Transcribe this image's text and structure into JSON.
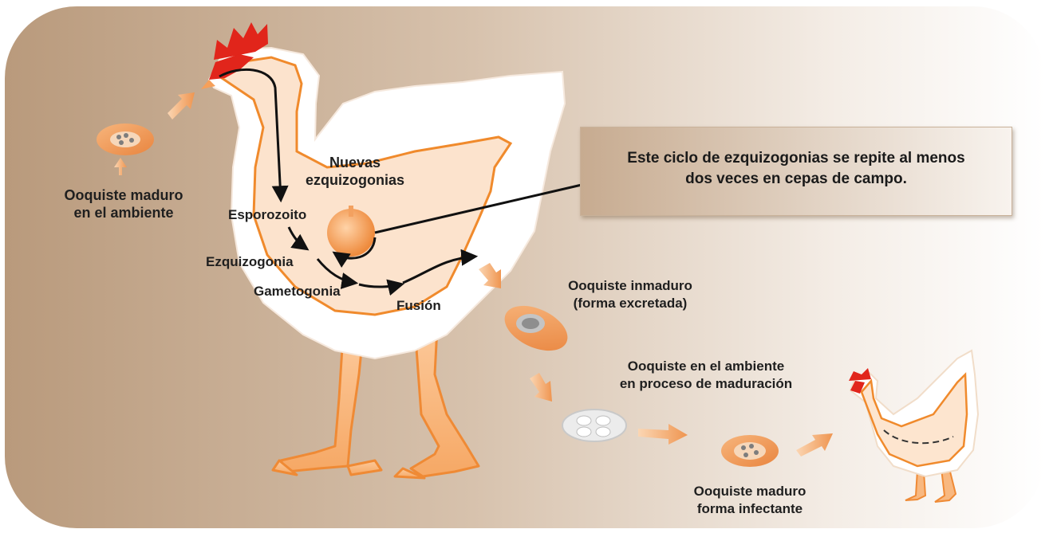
{
  "labels": {
    "mature_env_1": "Ooquiste maduro",
    "mature_env_2": "en el ambiente",
    "new_schizo_1": "Nuevas",
    "new_schizo_2": "ezquizogonias",
    "sporozoite": "Esporozoito",
    "schizogony": "Ezquizogonia",
    "gametogony": "Gametogonia",
    "fusion": "Fusión",
    "immature_1": "Ooquiste inmaduro",
    "immature_2": "(forma excretada)",
    "maturing_1": "Ooquiste en el ambiente",
    "maturing_2": "en proceso de maduración",
    "infective_1": "Ooquiste maduro",
    "infective_2": "forma infectante"
  },
  "note": {
    "line1": "Este ciclo de ezquizogonias se repite al menos",
    "line2": "dos veces en cepas de campo."
  },
  "colors": {
    "background_left": "#bfa184",
    "background_right": "#ffffff",
    "chicken_outline": "#f08a2c",
    "chicken_fill": "#ffffff",
    "comb": "#e1251b",
    "arrow_orange": "#f3a160",
    "cycle_arrow": "#111111"
  }
}
